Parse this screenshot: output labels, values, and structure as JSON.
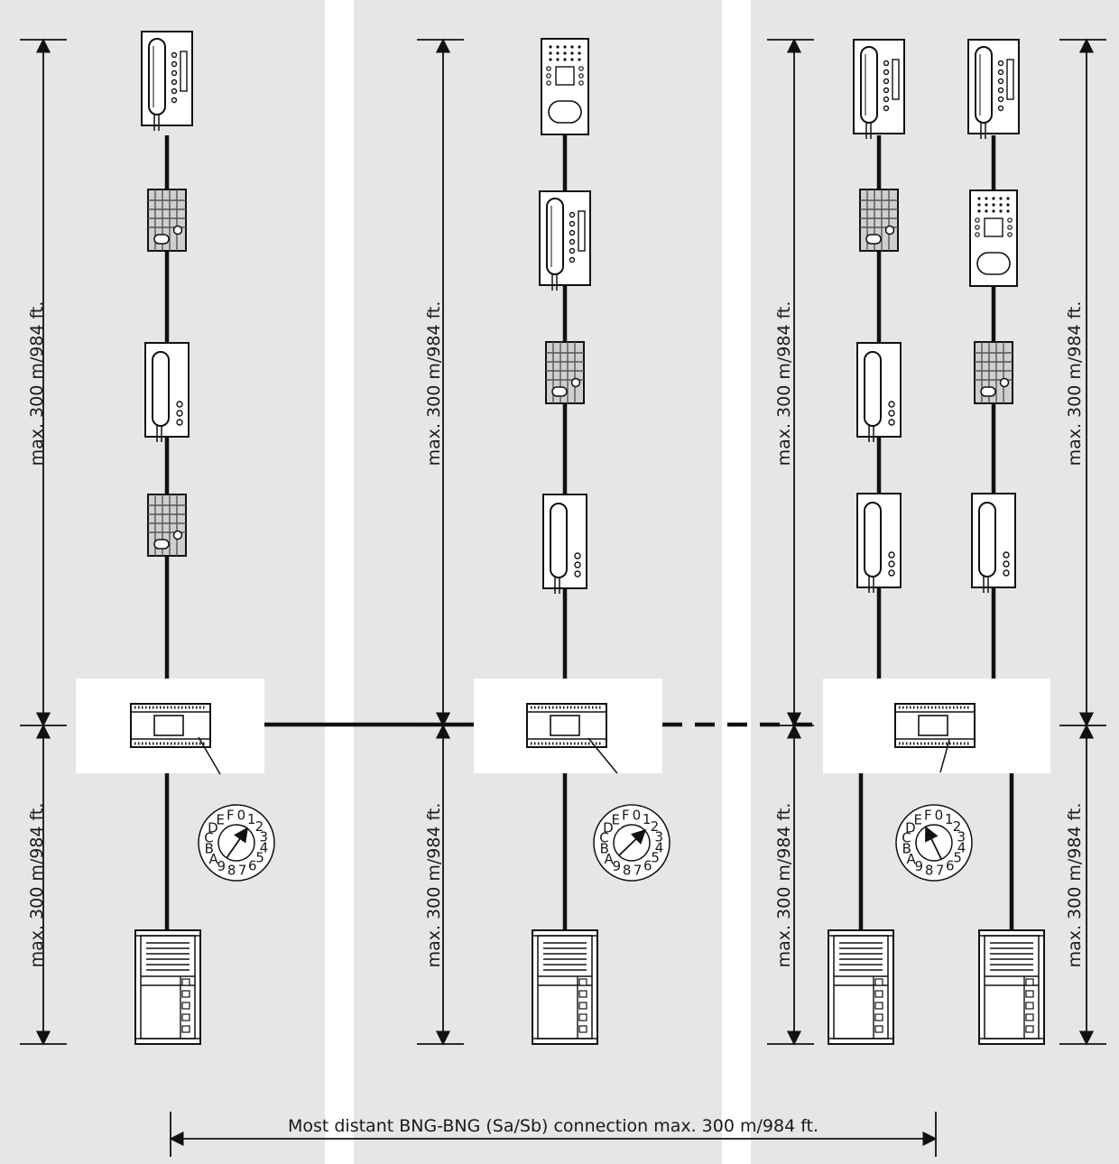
{
  "diagram": {
    "dimension_label": "max. 300 m/984 ft.",
    "bottom_caption": "Most distant BNG-BNG (Sa/Sb) connection max. 300 m/984 ft.",
    "dial_chars": [
      "0",
      "1",
      "2",
      "3",
      "4",
      "5",
      "6",
      "7",
      "8",
      "9",
      "A",
      "B",
      "C",
      "D",
      "E",
      "F"
    ],
    "colors": {
      "panel_background": "#e6e6e6",
      "line": "#111111",
      "box": "#ffffff"
    }
  }
}
